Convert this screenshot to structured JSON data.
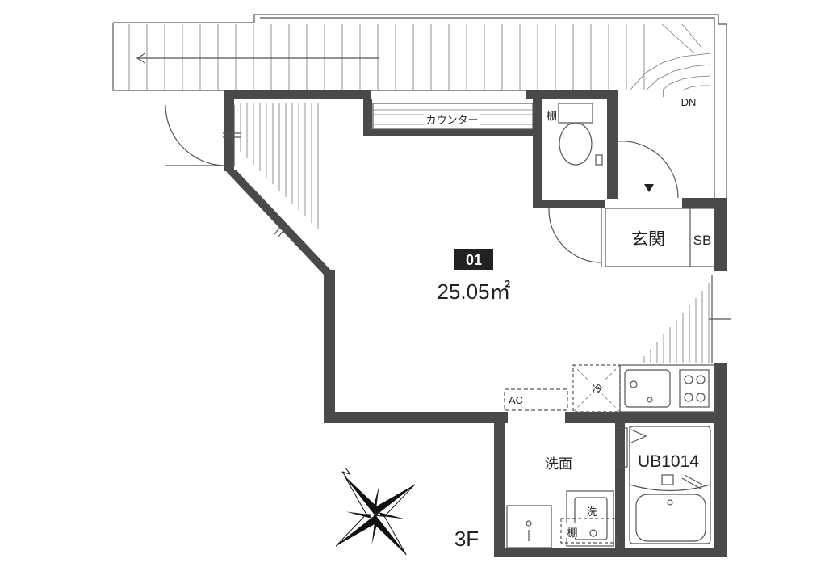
{
  "floor_plan": {
    "unit": {
      "number": "01",
      "area": "25.05㎡"
    },
    "floor_label": "3F",
    "rooms": {
      "entrance": "玄関",
      "shoe_box": "SB",
      "washroom": "洗面",
      "unit_bath": "UB1014"
    },
    "fixtures": {
      "counter": "カウンター",
      "shelf": "棚",
      "refrigerator": "冷",
      "washing_machine": "洗",
      "air_conditioner": "AC"
    },
    "stairs_label": "DN",
    "compass": {
      "north_label": "N"
    },
    "colors": {
      "wall": "#4a4a4a",
      "badge": "#222222",
      "line": "#555555"
    }
  }
}
